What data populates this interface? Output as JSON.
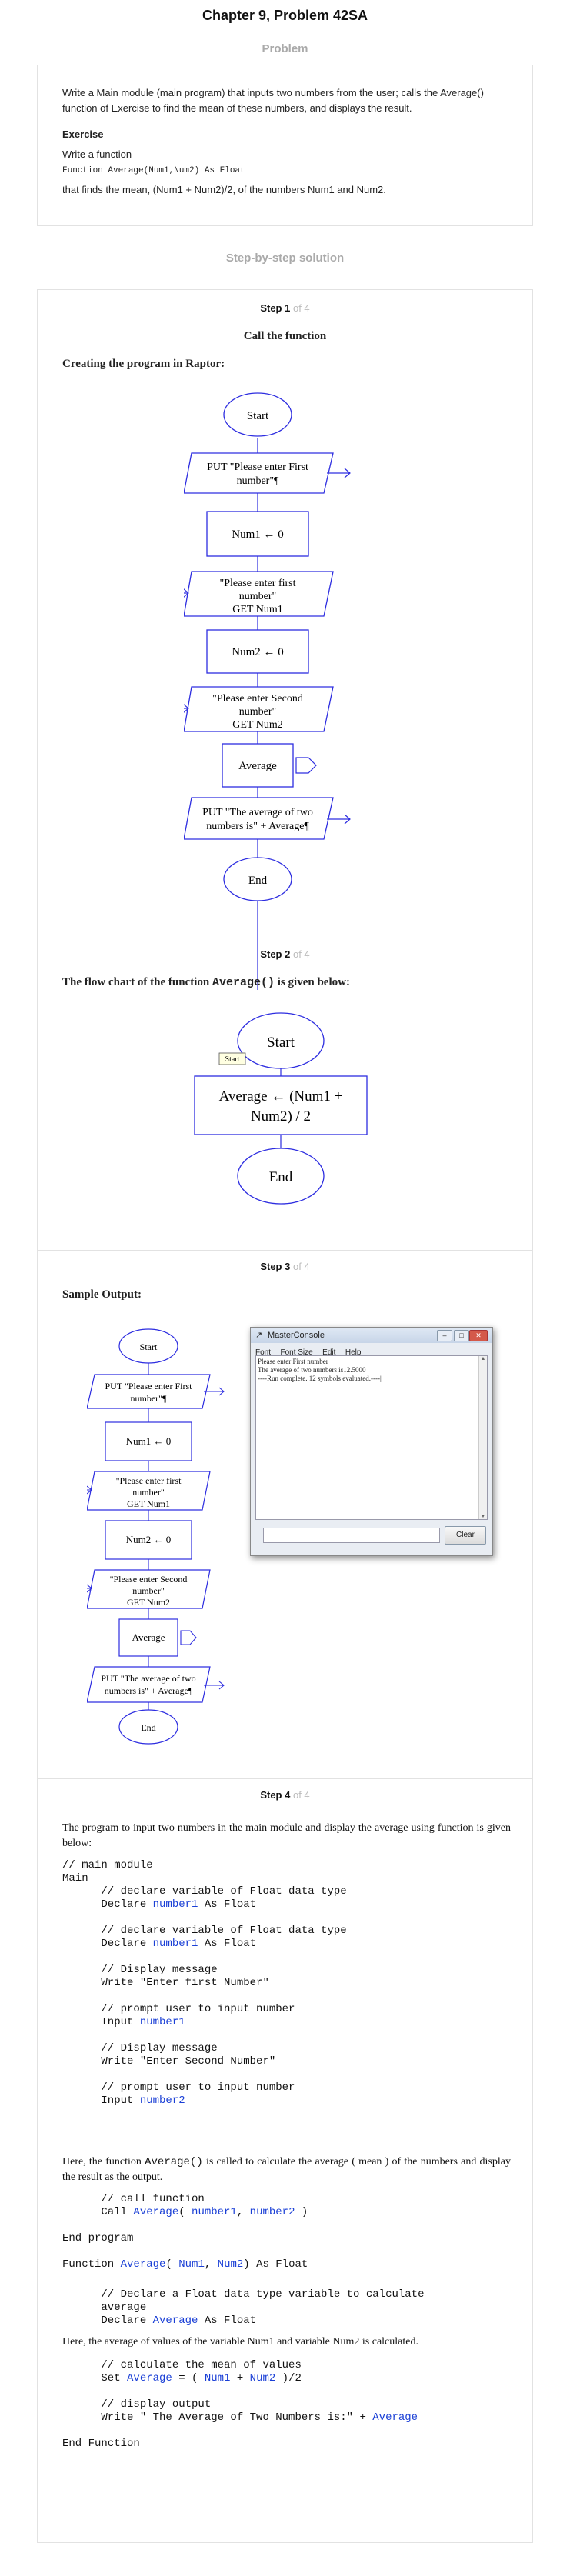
{
  "page": {
    "title": "Chapter 9, Problem 42SA"
  },
  "problem": {
    "section_title": "Problem",
    "text": "Write a Main module (main program) that inputs two numbers from the user; calls the Average() function of Exercise to find the mean of these numbers, and displays the result.",
    "exercise_label": "Exercise",
    "exercise_intro": "Write a function",
    "signature": "Function Average(Num1,Num2) As Float",
    "exercise_end": "that finds the mean, (Num1 + Num2)/2, of the numbers Num1 and Num2."
  },
  "solution": {
    "section_title": "Step-by-step solution",
    "step1": {
      "label": "Step 1",
      "of": "of 4",
      "heading": "Call the function",
      "subheading": "Creating the program in Raptor:",
      "flow": {
        "start": "Start",
        "put1_a": "PUT \"Please enter First",
        "put1_b": "number\"¶",
        "assign1": "Num1 ← 0",
        "get1_a": "\"Please enter first",
        "get1_b": "number\"",
        "get1_c": "GET Num1",
        "assign2": "Num2 ← 0",
        "get2_a": "\"Please enter Second",
        "get2_b": "number\"",
        "get2_c": "GET Num2",
        "call": "Average",
        "put2_a": "PUT \"The average of two",
        "put2_b": "numbers is\" + Average¶",
        "end": "End"
      }
    },
    "step2": {
      "label": "Step 2",
      "of": "of 4",
      "heading_pre": "The flow chart of the function ",
      "heading_code": "Average()",
      "heading_post": " is given below:",
      "start": "Start",
      "tooltip": "Start",
      "assign_a": "Average ← (Num1  +",
      "assign_b": "Num2)  /  2",
      "end": "End"
    },
    "step3": {
      "label": "Step 3",
      "of": "of 4",
      "heading": "Sample Output:",
      "console": {
        "title": "MasterConsole",
        "menu": [
          "Font",
          "Font Size",
          "Edit",
          "Help"
        ],
        "lines": [
          "Please enter First number",
          "The average of two numbers is12.5000",
          "----Run complete.  12 symbols evaluated.----|"
        ],
        "clear": "Clear"
      }
    },
    "step4": {
      "label": "Step 4",
      "of": "of 4",
      "intro": "The program to input two numbers in the main module and display the average using function is given below:",
      "code1": [
        {
          "t": "// main module"
        },
        {
          "t": "Main"
        },
        {
          "t": "      // declare variable of Float data type"
        },
        {
          "t": "      Declare ",
          "k": "number1",
          "r": " As Float"
        },
        {
          "t": ""
        },
        {
          "t": "      // declare variable of Float data type"
        },
        {
          "t": "      Declare ",
          "k": "number1",
          "r": " As Float"
        },
        {
          "t": ""
        },
        {
          "t": "      // Display message"
        },
        {
          "t": "      Write \"Enter first Number\""
        },
        {
          "t": ""
        },
        {
          "t": "      // prompt user to input number"
        },
        {
          "t": "      Input ",
          "k": "number1"
        },
        {
          "t": ""
        },
        {
          "t": "      // Display message"
        },
        {
          "t": "      Write \"Enter Second Number\""
        },
        {
          "t": ""
        },
        {
          "t": "      // prompt user to input number"
        },
        {
          "t": "      Input ",
          "k": "number2"
        }
      ],
      "para2_pre": "Here, the function ",
      "para2_code": "Average()",
      "para2_post": " is called to calculate the average ( mean ) of the numbers and display the result as the output.",
      "code2": [
        {
          "t": "      // call function"
        },
        {
          "t": "      Call ",
          "k": "Average",
          "r": "( ",
          "k2": "number1",
          "r2": ", ",
          "k3": "number2",
          "r3": " )"
        },
        {
          "t": ""
        },
        {
          "t": "End program"
        },
        {
          "t": ""
        },
        {
          "t": "Function ",
          "k": "Average",
          "r": "( ",
          "k2": "Num1",
          "r2": ", ",
          "k3": "Num2",
          "r3": ") As Float"
        }
      ],
      "code3": [
        {
          "t": "      // Declare a Float data type variable to calculate"
        },
        {
          "t": "      average"
        },
        {
          "t": "      Declare ",
          "k": "Average",
          "r": " As Float"
        }
      ],
      "para3": "Here, the average of values of the variable Num1 and variable Num2 is calculated.",
      "code4": [
        {
          "t": "      // calculate the mean of values"
        },
        {
          "t": "      Set ",
          "k": "Average",
          "r": " = ( ",
          "k2": "Num1",
          "r2": " + ",
          "k3": "Num2",
          "r3": " )/2"
        },
        {
          "t": ""
        },
        {
          "t": "      // display output"
        },
        {
          "t": "      Write \" The Average of Two Numbers is:\" + ",
          "k": "Average"
        },
        {
          "t": ""
        },
        {
          "t": "End Function"
        }
      ]
    }
  },
  "colors": {
    "flow_blue": "#2d2de0",
    "keyword_blue": "#1a3fd6",
    "muted": "#aaaaaa"
  }
}
